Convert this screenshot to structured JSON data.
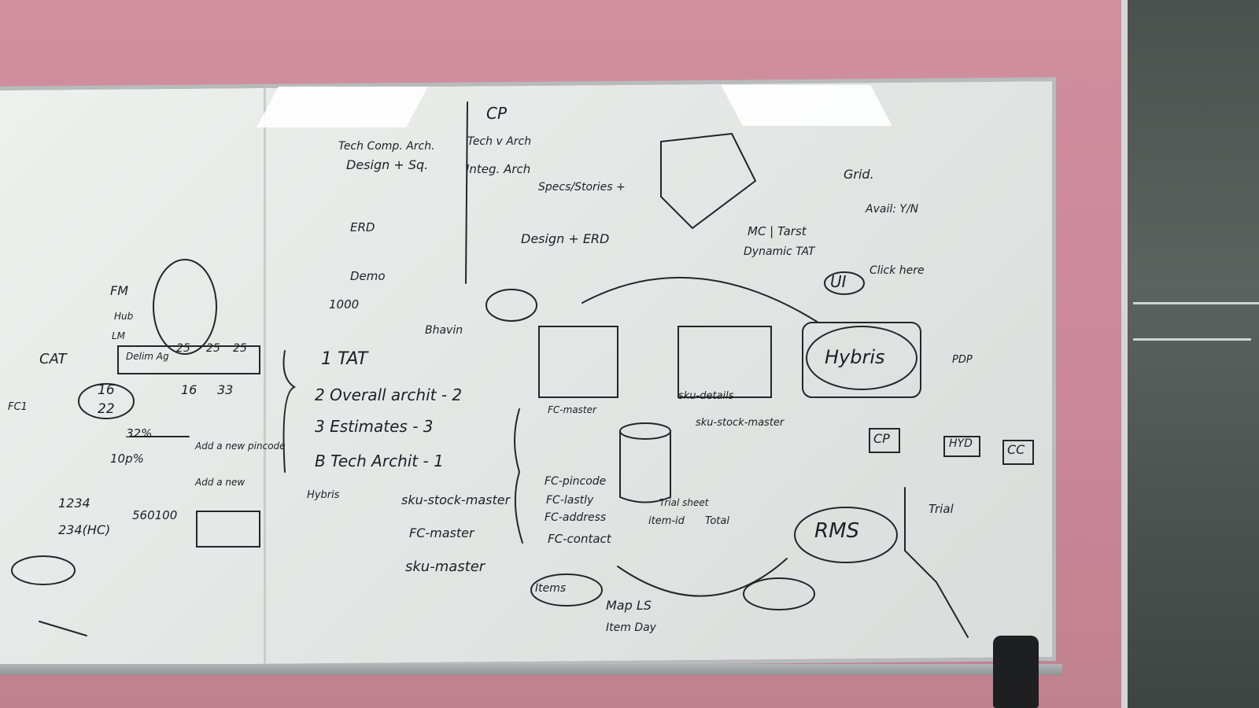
{
  "whiteboard": {
    "list": [
      {
        "num": "1",
        "text": "TAT"
      },
      {
        "num": "2",
        "text": "Overall archit - 2"
      },
      {
        "num": "3",
        "text": "Estimates - 3"
      },
      {
        "num": "B",
        "text": "Tech Archit - 1"
      }
    ],
    "center_top": [
      "Tech Comp. Arch.",
      "Design + Sq.",
      "ERD",
      "Demo",
      "1000"
    ],
    "cp_header": "CP",
    "cp_lines": [
      "Tech v Arch",
      "Integ. Arch",
      "Specs/Stories +",
      "Design + ERD"
    ],
    "right_top": [
      "MC | Tarst",
      "Dynamic TAT",
      "Grid.",
      "Avail: Y/N",
      "Click here"
    ],
    "diagram_labels": [
      "Hybris",
      "RMS",
      "UI",
      "CP",
      "CC",
      "HYD",
      "PDP",
      "Trial",
      "Bhavin",
      "sku-details",
      "sku-stock-master",
      "Click here"
    ],
    "table_list": [
      "sku-stock-master",
      "FC-master",
      "sku-master"
    ],
    "fc_list": [
      "FC-master",
      "FC-pincode",
      "FC-lastly",
      "FC-address",
      "FC-contact"
    ],
    "left_panel": [
      "FM",
      "Hub",
      "LM",
      "CAT",
      "FC1",
      "560100",
      "1234",
      "234(HC)",
      "Hybris",
      "Delim Ag",
      "25",
      "25",
      "25",
      "16",
      "22",
      "16",
      "33",
      "32%",
      "10p%",
      "Add a new pincode",
      "Add a new"
    ],
    "bottom": [
      "Map LS",
      "Item Day",
      "Items",
      "Trial sheet",
      "item-id",
      "Total"
    ]
  }
}
